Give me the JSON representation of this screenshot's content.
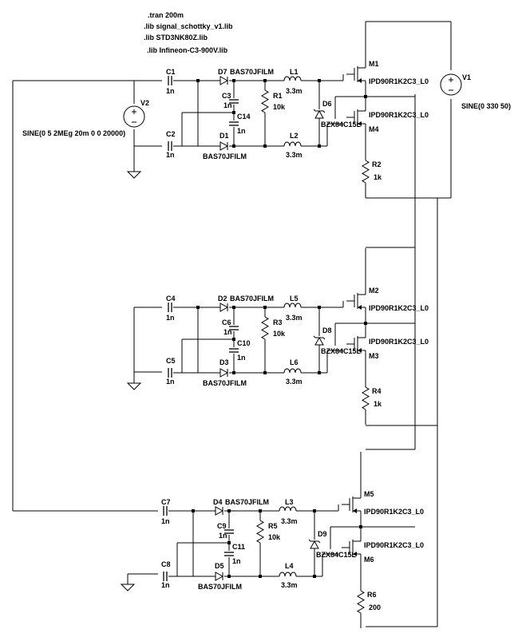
{
  "directives": [
    ".tran 200m",
    ".lib signal_schottky_v1.lib",
    ".lib STD3NK80Z.lib",
    ".lib Infineon-C3-900V.lib"
  ],
  "sources": {
    "V1": {
      "name": "V1",
      "value": "SINE(0 330 50)"
    },
    "V2": {
      "name": "V2",
      "value": "SINE(0 5 2MEg 20m 0 0 20000)"
    }
  },
  "stages": [
    {
      "c_top": {
        "name": "C1",
        "value": "1n"
      },
      "c_bot": {
        "name": "C2",
        "value": "1n"
      },
      "d_top": {
        "name": "D7",
        "value": "BAS70JFILM"
      },
      "d_bot": {
        "name": "D1",
        "value": "BAS70JFILM"
      },
      "c_mid1": {
        "name": "C3",
        "value": "1n"
      },
      "c_mid2": {
        "name": "C14",
        "value": "1n"
      },
      "r_mid": {
        "name": "R1",
        "value": "10k"
      },
      "l_top": {
        "name": "L1",
        "value": "3.3m"
      },
      "l_bot": {
        "name": "L2",
        "value": "3.3m"
      },
      "zener": {
        "name": "D6",
        "value": "BZX84C15L"
      },
      "m_top": {
        "name": "M1",
        "value": "IPD90R1K2C3_L0"
      },
      "m_bot": {
        "name": "M4",
        "value": "IPD90R1K2C3_L0"
      },
      "r_out": {
        "name": "R2",
        "value": "1k"
      }
    },
    {
      "c_top": {
        "name": "C4",
        "value": "1n"
      },
      "c_bot": {
        "name": "C5",
        "value": "1n"
      },
      "d_top": {
        "name": "D2",
        "value": "BAS70JFILM"
      },
      "d_bot": {
        "name": "D3",
        "value": "BAS70JFILM"
      },
      "c_mid1": {
        "name": "C6",
        "value": "1n"
      },
      "c_mid2": {
        "name": "C10",
        "value": "1n"
      },
      "r_mid": {
        "name": "R3",
        "value": "10k"
      },
      "l_top": {
        "name": "L5",
        "value": "3.3m"
      },
      "l_bot": {
        "name": "L6",
        "value": "3.3m"
      },
      "zener": {
        "name": "D8",
        "value": "BZX84C15L"
      },
      "m_top": {
        "name": "M2",
        "value": "IPD90R1K2C3_L0"
      },
      "m_bot": {
        "name": "M3",
        "value": "IPD90R1K2C3_L0"
      },
      "r_out": {
        "name": "R4",
        "value": "1k"
      }
    },
    {
      "c_top": {
        "name": "C7",
        "value": "1n"
      },
      "c_bot": {
        "name": "C8",
        "value": "1n"
      },
      "d_top": {
        "name": "D4",
        "value": "BAS70JFILM"
      },
      "d_bot": {
        "name": "D5",
        "value": "BAS70JFILM"
      },
      "c_mid1": {
        "name": "C9",
        "value": "1n"
      },
      "c_mid2": {
        "name": "C11",
        "value": "1n"
      },
      "r_mid": {
        "name": "R5",
        "value": "10k"
      },
      "l_top": {
        "name": "L3",
        "value": "3.3m"
      },
      "l_bot": {
        "name": "L4",
        "value": "3.3m"
      },
      "zener": {
        "name": "D9",
        "value": "BZX84C15L"
      },
      "m_top": {
        "name": "M5",
        "value": "IPD90R1K2C3_L0"
      },
      "m_bot": {
        "name": "M6",
        "value": "IPD90R1K2C3_L0"
      },
      "r_out": {
        "name": "R6",
        "value": "200"
      }
    }
  ]
}
